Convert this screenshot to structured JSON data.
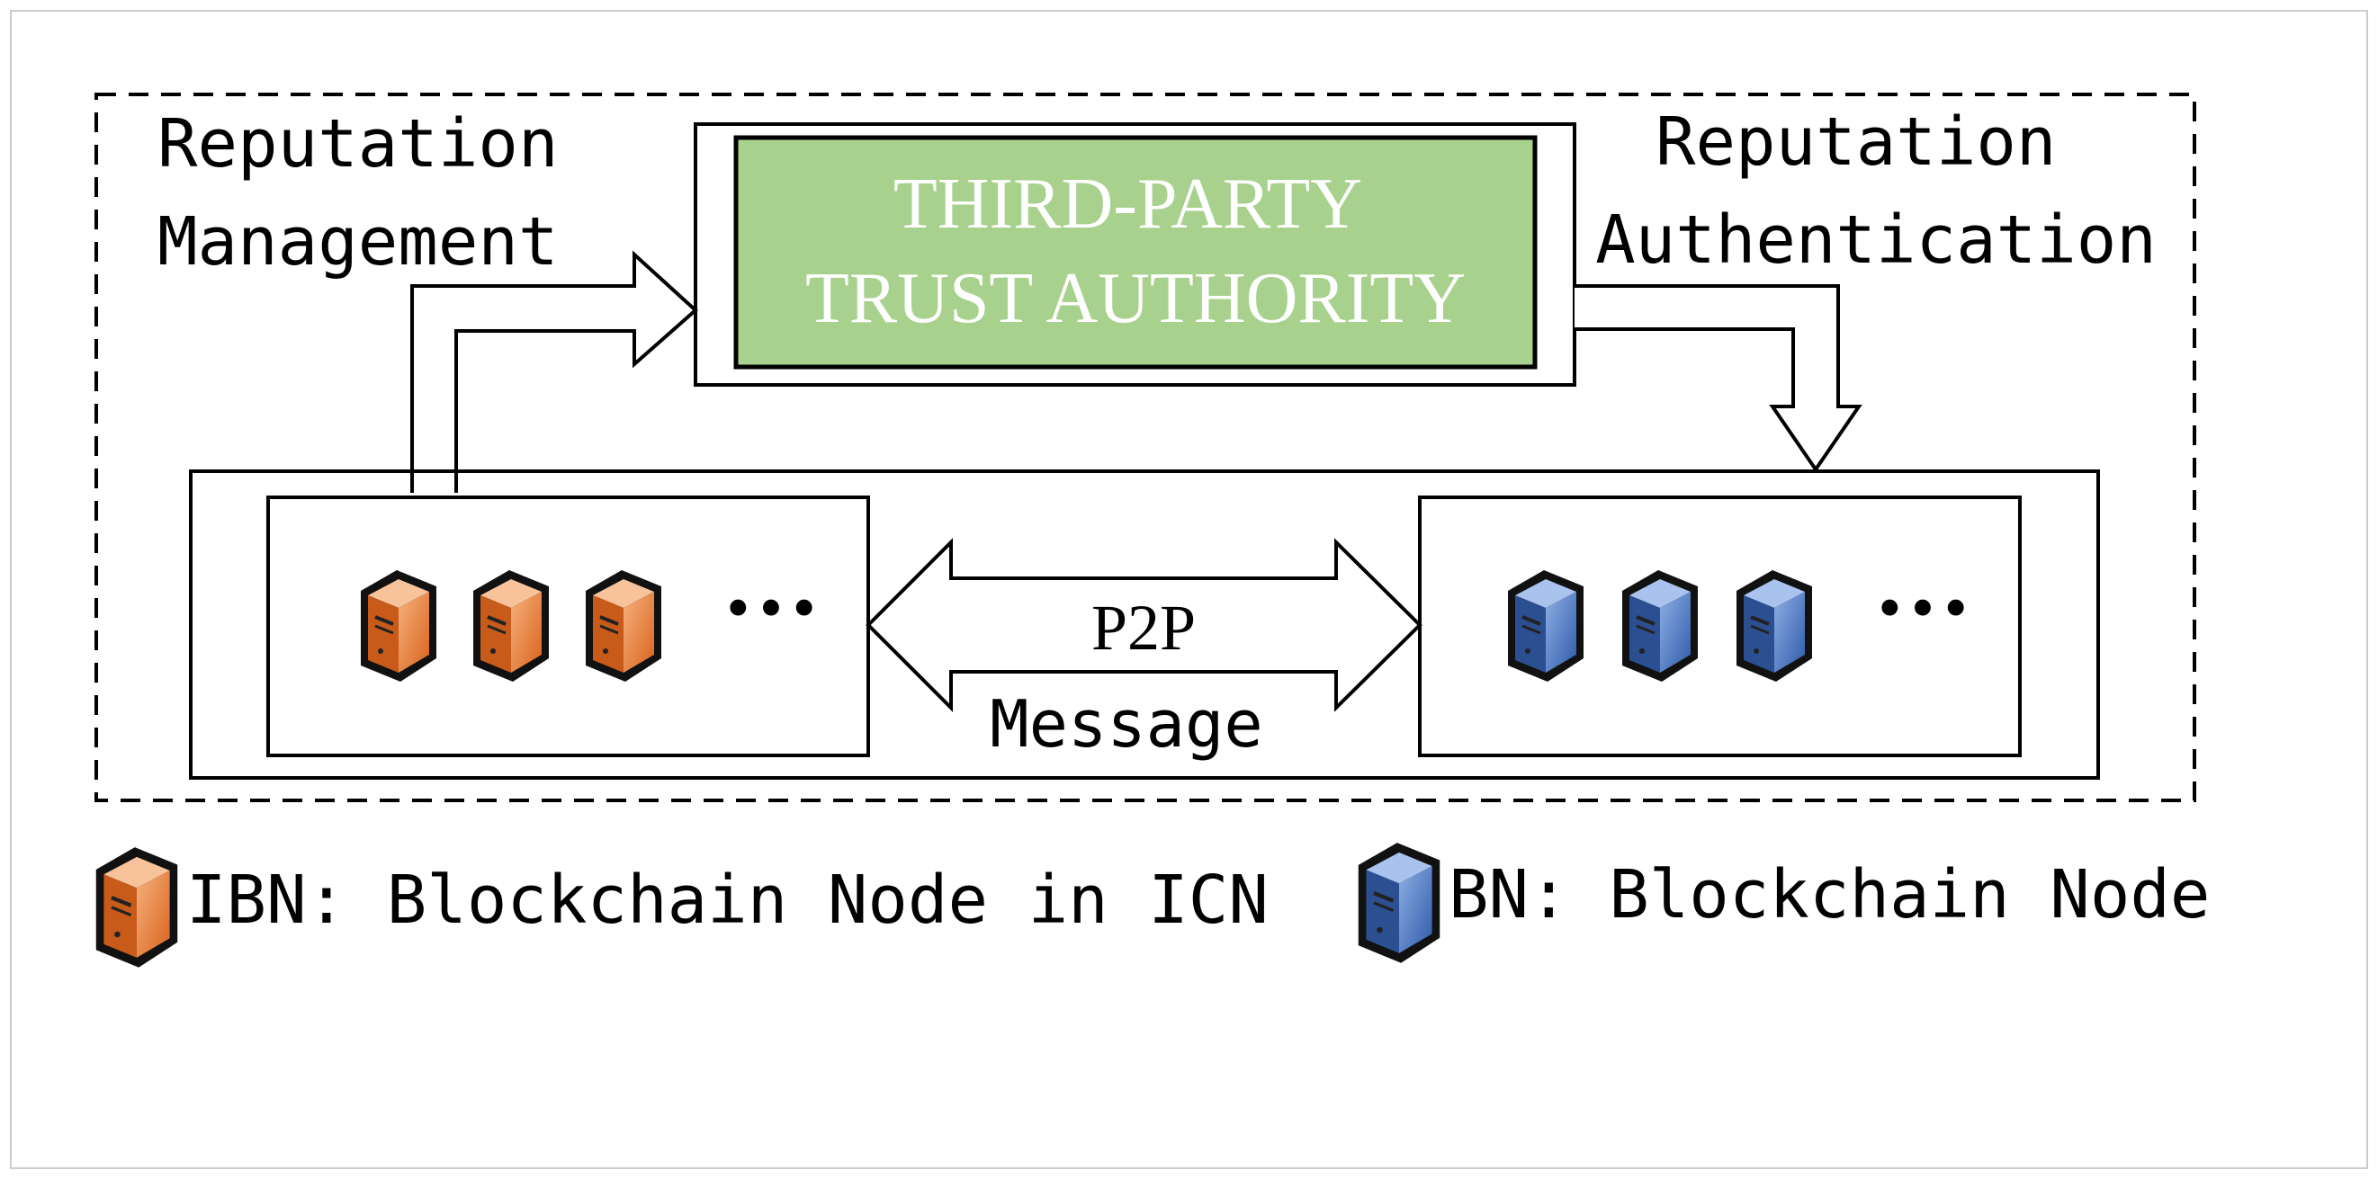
{
  "labels": {
    "reputation_management": [
      "Reputation",
      "Management"
    ],
    "reputation_authentication": [
      "Reputation",
      "Authentication"
    ],
    "authority": [
      "THIRD-PARTY",
      "TRUST AUTHORITY"
    ],
    "p2p": "P2P",
    "message": "Message",
    "ellipsis": "···"
  },
  "legend": {
    "ibn": "IBN: Blockchain Node in ICN",
    "bn": "BN: Blockchain Node"
  },
  "colors": {
    "authority_fill": "#a9d18e",
    "authority_text": "#ffffff",
    "ibn_server": "#ed7d31",
    "bn_server": "#4472c4",
    "stroke": "#000000"
  },
  "icons": {
    "ibn": "server-icon-orange",
    "bn": "server-icon-blue"
  }
}
